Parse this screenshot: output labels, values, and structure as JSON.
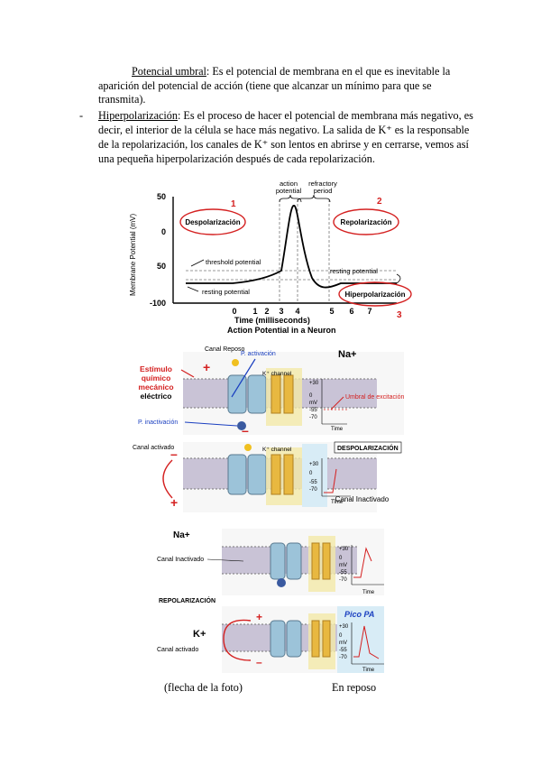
{
  "para1": {
    "term": "Potencial umbral",
    "line1": ": Es el potencial de membrana en el que es inevitable la",
    "line2": "aparición del potencial de acción (tiene que alcanzar un mínimo para que se",
    "line3": "transmita)."
  },
  "para2": {
    "bullet": "-",
    "term": "Hiperpolarización",
    "line1": ": Es el proceso de hacer el potencial de membrana más negativo, es",
    "line2": "decir, el interior de la célula se hace más negativo. La salida de K⁺ es la responsable",
    "line3": "de la repolarización, los canales de K⁺ son lentos en abrirse y en cerrarse, vemos así",
    "line4": "una pequeña hiperpolarización después de cada repolarización."
  },
  "graph": {
    "ylabel": "Membrane Potential (mV)",
    "yticks": [
      "50",
      "0",
      "50",
      "-100"
    ],
    "xticks": [
      "0",
      "1",
      "2",
      "3",
      "4",
      "5",
      "6",
      "7"
    ],
    "xlabel": "Time (milliseconds)",
    "title": "Action Potential in a Neuron",
    "action_potential": "action\npotential",
    "refractory": "refractory\nperiod",
    "threshold": "threshold potential",
    "resting_left": "resting potential",
    "resting_right": "resting potential",
    "despol": "Despolarización",
    "repol": "Repolarización",
    "hiper": "Hiperpolarización",
    "num1": "1",
    "num2": "2",
    "num3": "3"
  },
  "panel1": {
    "canal_reposo": "Canal Reposo",
    "p_activacion": "P. activación",
    "na": "Na+",
    "estimulo": "Estímulo\nquímico\nmecánico\neléctrico",
    "p_inactivacion": "P. inactivación",
    "umbral": "Umbral de excitación",
    "k_channel": "K⁺ channel",
    "time": "Time",
    "mv": "mV",
    "ticks": [
      "+30",
      "0",
      "-55",
      "-70"
    ]
  },
  "panel2": {
    "canal_activado": "Canal activado",
    "despol": "DESPOLARIZACIÓN",
    "canal_inactivado": "-Canal Inactivado",
    "k_channel": "K⁺ channel",
    "time": "Time",
    "ticks": [
      "+30",
      "0",
      "-55",
      "-70"
    ]
  },
  "panel3": {
    "na": "Na+",
    "canal_inactivado": "Canal Inactivado",
    "time": "Time",
    "ticks": [
      "+30",
      "0",
      "mV",
      "-55",
      "-70"
    ]
  },
  "panel4": {
    "repol": "REPOLARIZACIÓN",
    "k": "K+",
    "canal_activado": "Canal activado",
    "pico": "Pico PA",
    "time": "Time",
    "ticks": [
      "+30",
      "0",
      "mV",
      "-55",
      "-70"
    ]
  },
  "captions": {
    "left": "(flecha de la foto)",
    "right": "En reposo"
  },
  "colors": {
    "red": "#d42020",
    "blue": "#1a3fc0",
    "membrane": "#c9c3d6",
    "channel": "#9cc3d9",
    "kchannel": "#e8b840",
    "highlight": "#f3e9a8"
  }
}
